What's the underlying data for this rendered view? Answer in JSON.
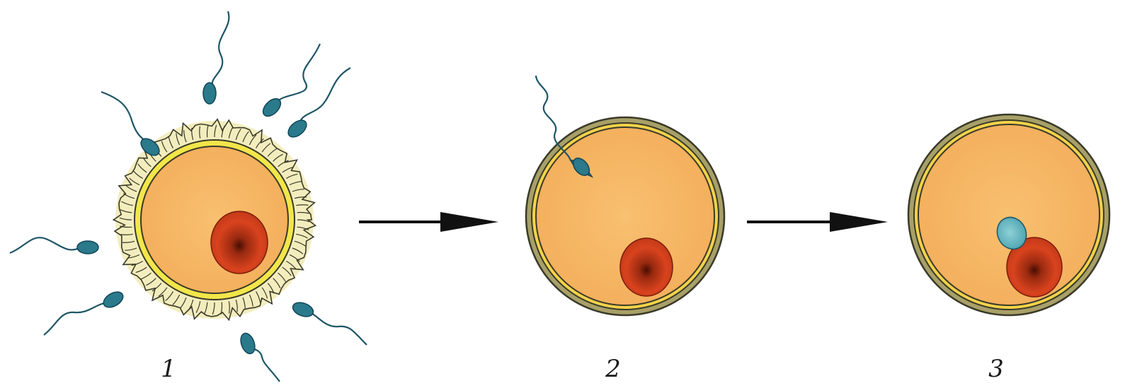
{
  "stages": [
    {
      "label": "1"
    },
    {
      "label": "2"
    },
    {
      "label": "3"
    }
  ],
  "colors": {
    "cytoplasm": "#f6b766",
    "membrane_yellow": "#f2e64a",
    "corona": "#f3edbe",
    "outline": "#3a3a28",
    "nucleus": "#d9431e",
    "nucleus_dark": "#7a1c08",
    "sperm": "#2a7a8c",
    "sperm_dark": "#114556",
    "arrow": "#111111",
    "label": "#1a1a1a"
  }
}
